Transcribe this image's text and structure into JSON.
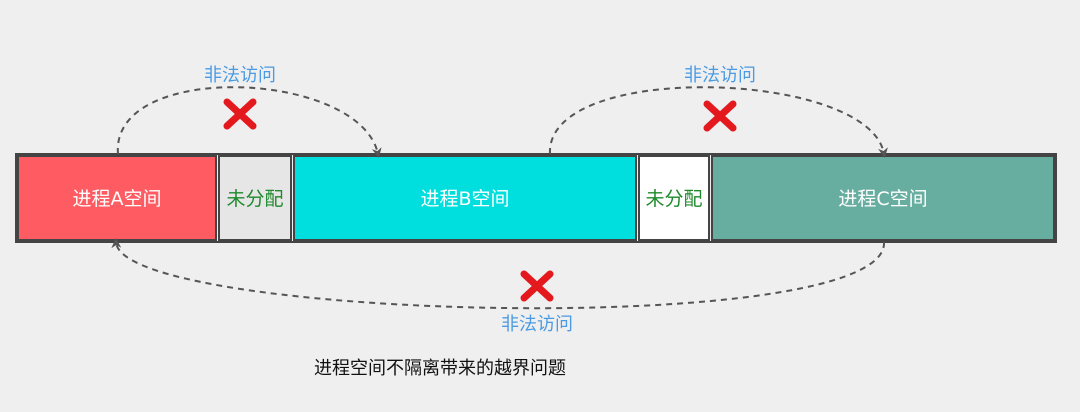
{
  "segments": [
    {
      "label": "进程A空间",
      "fill": "#ff5b62",
      "text_color": "#ffffff",
      "type": "process"
    },
    {
      "label": "未分配",
      "fill": "#e6e6e6",
      "text_color": "#1f8a2c",
      "type": "unallocated"
    },
    {
      "label": "进程B空间",
      "fill": "#00dede",
      "text_color": "#ffffff",
      "type": "process"
    },
    {
      "label": "未分配",
      "fill": "#ffffff",
      "text_color": "#1f8a2c",
      "type": "unallocated"
    },
    {
      "label": "进程C空间",
      "fill": "#67aea0",
      "text_color": "#ffffff",
      "type": "process"
    }
  ],
  "access_arrows": [
    {
      "label": "非法访问",
      "from": "进程A空间",
      "to": "进程B空间",
      "blocked": true
    },
    {
      "label": "非法访问",
      "from": "进程B空间",
      "to": "进程C空间",
      "blocked": true
    },
    {
      "label": "非法访问",
      "from": "进程C空间",
      "to": "进程A空间",
      "blocked": true
    }
  ],
  "caption": "进程空间不隔离带来的越界问题",
  "colors": {
    "arrow_stroke": "#555555",
    "arrow_label": "#4a9be4",
    "blocked_mark": "#e3191e",
    "segment_border": "#444444"
  }
}
